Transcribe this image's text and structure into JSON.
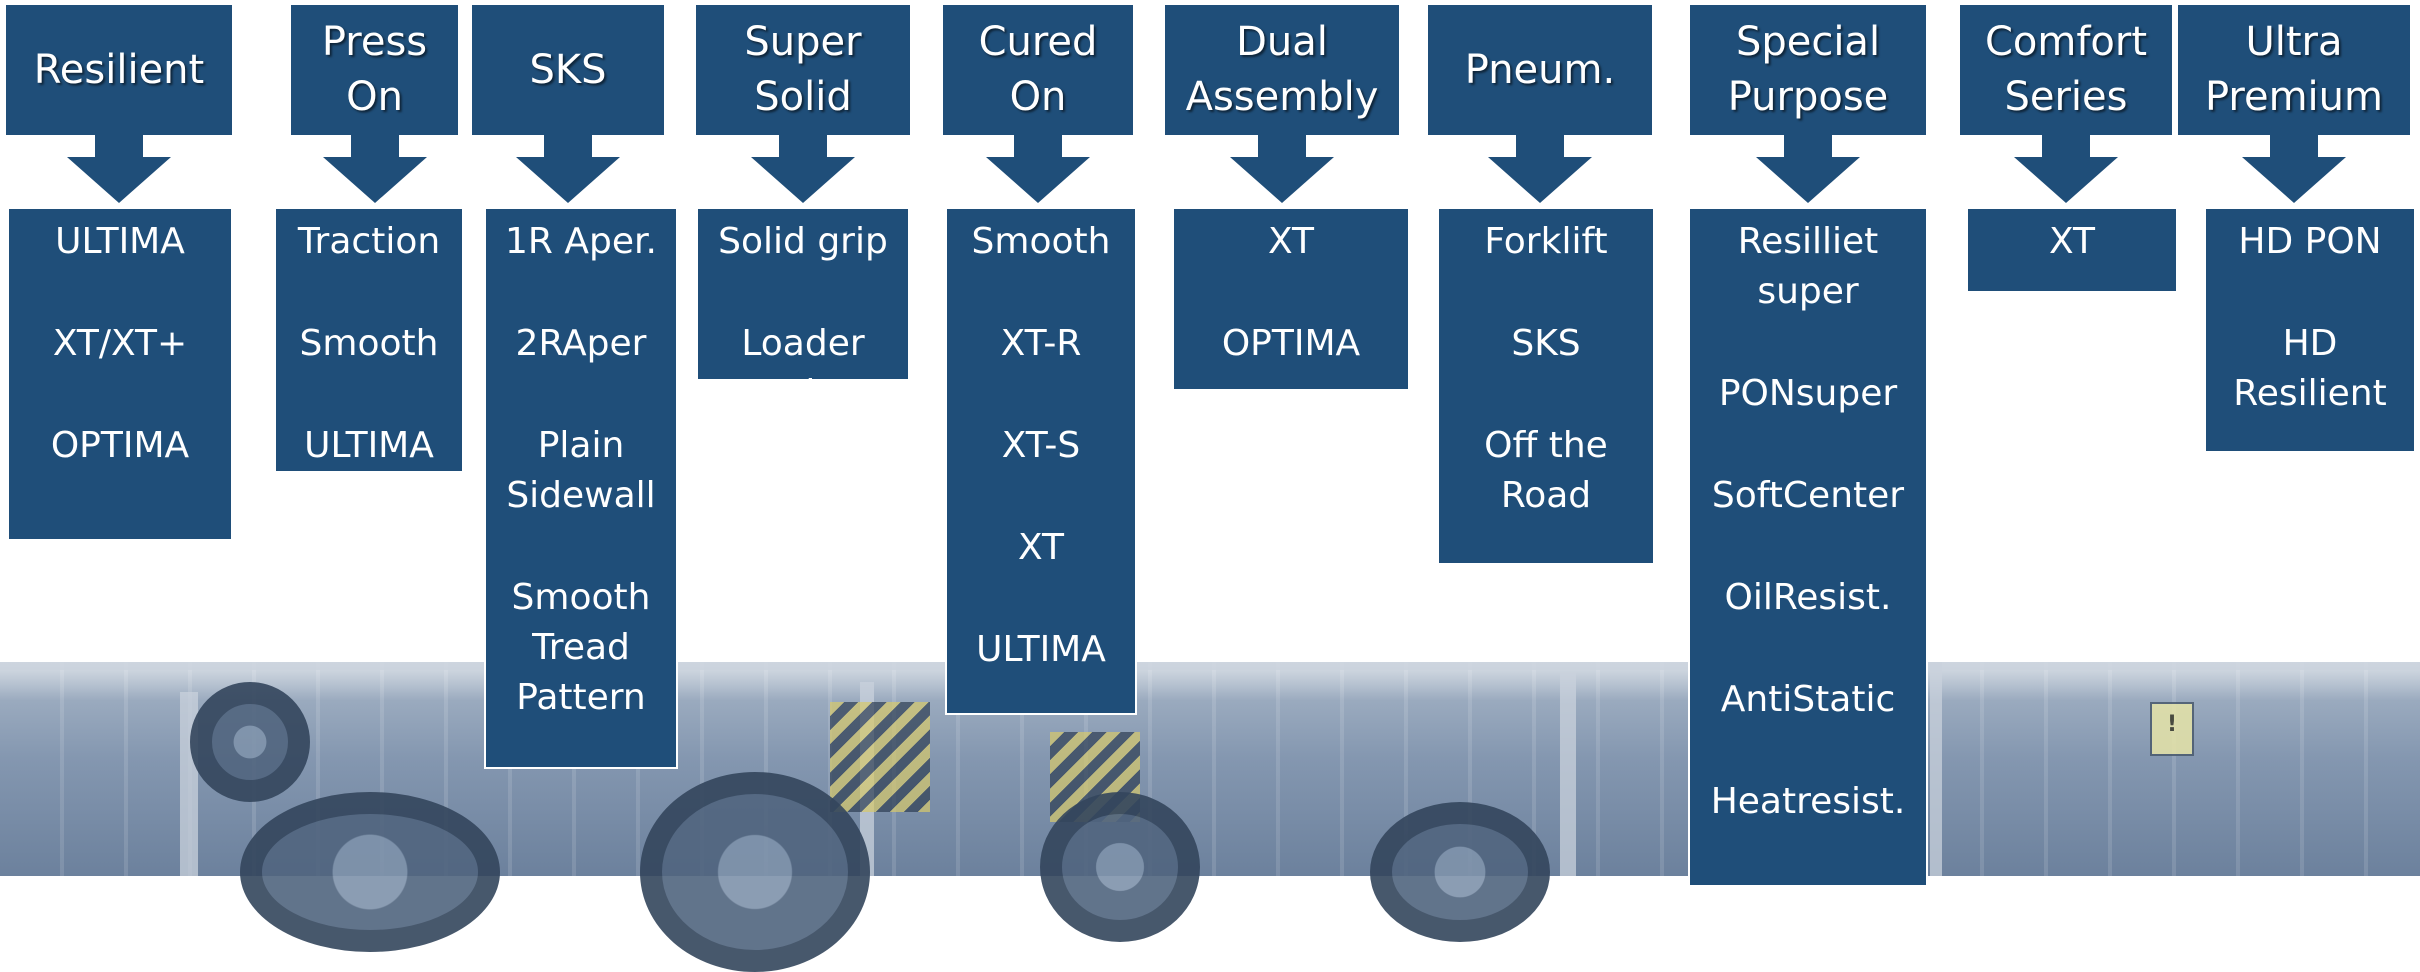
{
  "columns": [
    {
      "title": "Resilient",
      "items": [
        "ULTIMA",
        "XT/XT+",
        "OPTIMA"
      ]
    },
    {
      "title": "Press\nOn",
      "items": [
        "Traction",
        "Smooth",
        "ULTIMA"
      ]
    },
    {
      "title": "SKS",
      "items": [
        "1R Aper.",
        "2RAper",
        "Plain\nSidewall",
        "Smooth\nTread\nPattern"
      ]
    },
    {
      "title": "Super\nSolid",
      "items": [
        "Solid grip",
        "Loader\ngrip"
      ]
    },
    {
      "title": "Cured\nOn",
      "items": [
        "Smooth",
        "XT-R",
        "XT-S",
        "XT",
        "ULTIMA"
      ]
    },
    {
      "title": "Dual\nAssembly",
      "items": [
        "XT",
        "OPTIMA"
      ]
    },
    {
      "title": "Pneum.",
      "items": [
        "Forklift",
        "SKS",
        "Off the\nRoad"
      ]
    },
    {
      "title": "Special\nPurpose",
      "items": [
        "Resilliet\nsuper",
        "PONsuper",
        "SoftCenter",
        "OilResist.",
        "AntiStatic",
        "Heatresist."
      ]
    },
    {
      "title": "Comfort\nSeries",
      "items": [
        "XT"
      ]
    },
    {
      "title": "Ultra\nPremium",
      "items": [
        "HD PON",
        "HD\nResilient"
      ]
    }
  ],
  "colors": {
    "box": "#1f4e79",
    "text": "#ffffff"
  }
}
